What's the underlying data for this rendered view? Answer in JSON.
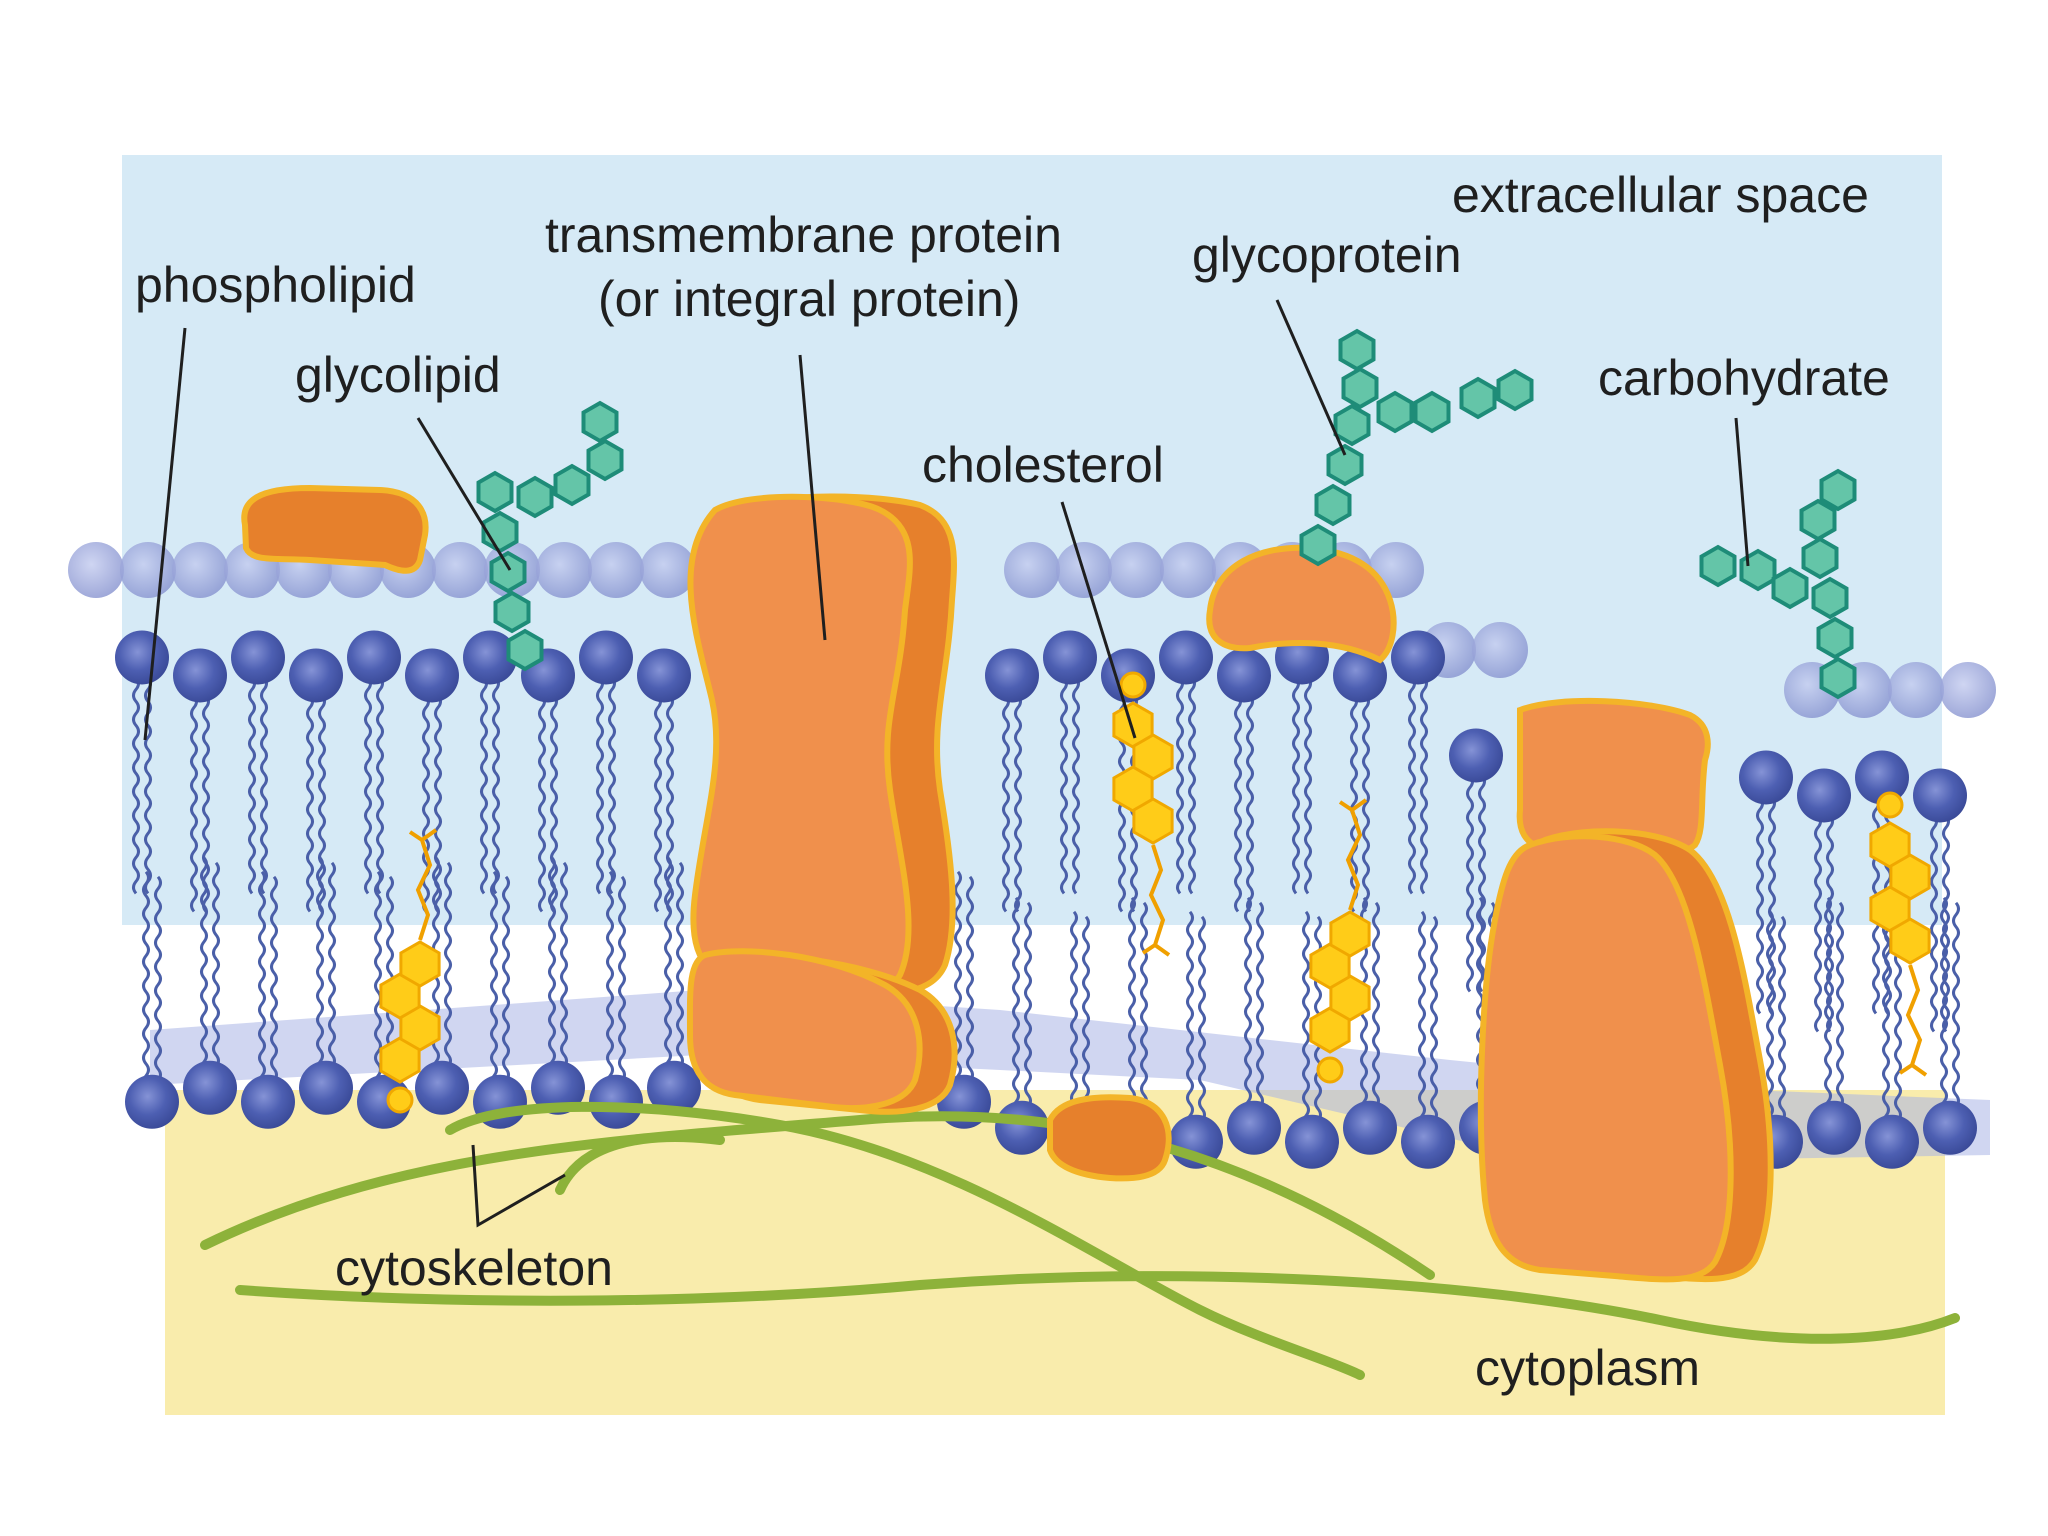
{
  "labels": {
    "extracellular_space": "extracellular space",
    "phospholipid": "phospholipid",
    "glycolipid": "glycolipid",
    "transmembrane_line1": "transmembrane protein",
    "transmembrane_line2": "(or integral protein)",
    "glycoprotein": "glycoprotein",
    "cholesterol": "cholesterol",
    "carbohydrate": "carbohydrate",
    "cytoskeleton": "cytoskeleton",
    "cytoplasm": "cytoplasm"
  },
  "colors": {
    "extracellular": "#d6eaf6",
    "cytoplasm": "#f9ecac",
    "phospholipid_head": "#4d5fb2",
    "lipid_tail": "#4a5fa8",
    "protein_fill": "#f0904c",
    "protein_outline": "#f3b428",
    "cholesterol": "#ffcc18",
    "carbohydrate": "#64c5a8",
    "cytoskeleton": "#8db23a"
  }
}
